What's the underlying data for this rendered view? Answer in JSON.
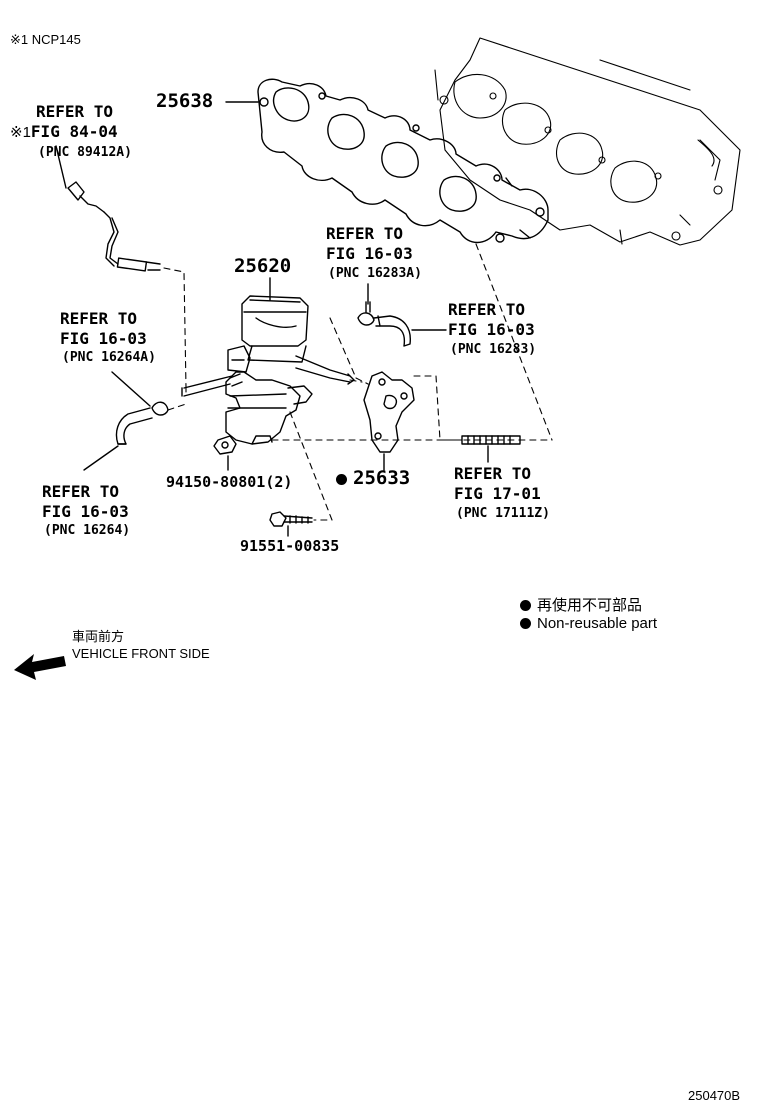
{
  "header": {
    "note": "※1 NCP145"
  },
  "parts": {
    "p25638": "25638",
    "p25620": "25620",
    "p25633": "25633",
    "p94150": "94150-80801(2)",
    "p91551": "91551-00835"
  },
  "refs": {
    "r1": {
      "refer": "REFER TO",
      "fig": "FIG 84-04",
      "pnc": "(PNC 89412A)",
      "mark": "※1"
    },
    "r2": {
      "refer": "REFER TO",
      "fig": "FIG 16-03",
      "pnc": "(PNC 16283A)"
    },
    "r3": {
      "refer": "REFER TO",
      "fig": "FIG 16-03",
      "pnc": "(PNC 16264A)"
    },
    "r4": {
      "refer": "REFER TO",
      "fig": "FIG 16-03",
      "pnc": "(PNC 16283)"
    },
    "r5": {
      "refer": "REFER TO",
      "fig": "FIG 16-03",
      "pnc": "(PNC 16264)"
    },
    "r6": {
      "refer": "REFER TO",
      "fig": "FIG 17-01",
      "pnc": "(PNC 17111Z)"
    }
  },
  "legend": {
    "jp": "再使用不可部品",
    "en": "Non-reusable part"
  },
  "direction": {
    "jp": "車両前方",
    "en": "VEHICLE FRONT SIDE"
  },
  "footer": {
    "code": "250470B"
  }
}
